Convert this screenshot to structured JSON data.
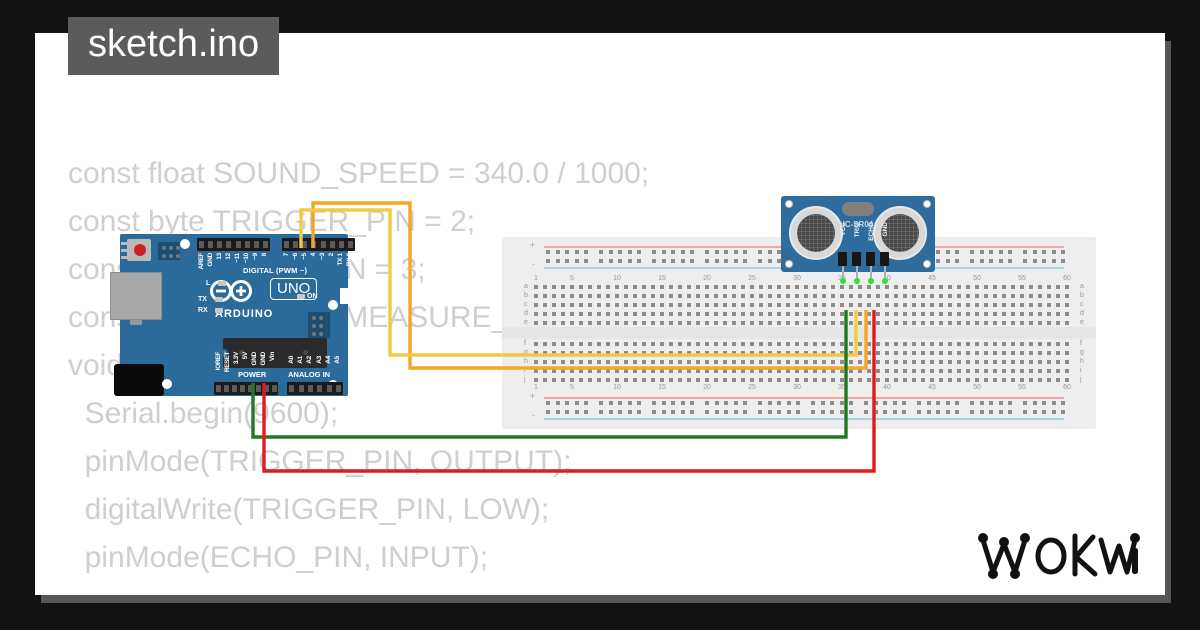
{
  "meta": {
    "background_color": "#131313",
    "page_color": "#ffffff",
    "shadow_color": "#5a5a5a"
  },
  "title_chip": {
    "label": "sketch.ino",
    "background": "#5b5b5b",
    "color": "#ffffff"
  },
  "brand": {
    "name": "wokwi",
    "logo_text": "WOKWi"
  },
  "code": {
    "text_color": "#cfcfcf",
    "lines": [
      "const float SOUND_SPEED = 340.0 / 1000;",
      "const byte TRIGGER_PIN = 2;",
      "const byte ECHO_PIN = 3;",
      "const unsigned long MEASURE_TIMEOUT = 25000UL;",
      "",
      "void setup() {",
      "  Serial.begin(9600);",
      "  pinMode(TRIGGER_PIN, OUTPUT);",
      "  digitalWrite(TRIGGER_PIN, LOW);",
      "  pinMode(ECHO_PIN, INPUT);"
    ]
  },
  "arduino": {
    "name": "Arduino UNO",
    "board_color": "#2a6b9c",
    "silkscreen": {
      "brand": "ARDUINO",
      "model": "UNO",
      "digital_header": "DIGITAL (PWM ~)",
      "power_header": "POWER",
      "analog_header": "ANALOG IN"
    },
    "leds": [
      {
        "label": "L"
      },
      {
        "label": "TX"
      },
      {
        "label": "RX"
      },
      {
        "label": "ON"
      }
    ],
    "digital_pins_left": [
      "AREF",
      "GND",
      "13",
      "12",
      "~11",
      "~10",
      "~9",
      "8"
    ],
    "digital_pins_right": [
      "7",
      "~6",
      "~5",
      "4",
      "~3",
      "2",
      "TX 1",
      "RX 0"
    ],
    "power_pins": [
      "IOREF",
      "RESET",
      "3.3V",
      "5V",
      "GND",
      "GND",
      "Vin"
    ],
    "analog_pins": [
      "A0",
      "A1",
      "A2",
      "A3",
      "A4",
      "A5"
    ]
  },
  "breadboard": {
    "name": "Half-plus breadboard",
    "columns": 60,
    "column_labels": [
      "1",
      "5",
      "10",
      "15",
      "20",
      "25",
      "30",
      "35",
      "40",
      "45",
      "50",
      "55",
      "60"
    ],
    "rows_top": [
      "a",
      "b",
      "c",
      "d",
      "e"
    ],
    "rows_bottom": [
      "f",
      "g",
      "h",
      "i",
      "j"
    ],
    "rail_positive": "+",
    "rail_negative": "-",
    "rail_positive_color": "#f0a7a7",
    "rail_negative_color": "#a8d4e8"
  },
  "sensor": {
    "name": "HC-SR04",
    "label": "HC-SR04",
    "pins": [
      "VCC",
      "TRIG",
      "ECHO",
      "GND"
    ],
    "body_color": "#2e6c9e"
  },
  "wires": [
    {
      "name": "trigger-wire",
      "from": "D2",
      "to": "TRIG",
      "color": "#f5a623"
    },
    {
      "name": "echo-wire",
      "from": "D3",
      "to": "ECHO",
      "color": "#f5c842"
    },
    {
      "name": "ground-wire",
      "from": "GND",
      "to": "GND",
      "color": "#1f7a1f"
    },
    {
      "name": "power-wire",
      "from": "5V",
      "to": "VCC",
      "color": "#e01b1b"
    }
  ]
}
